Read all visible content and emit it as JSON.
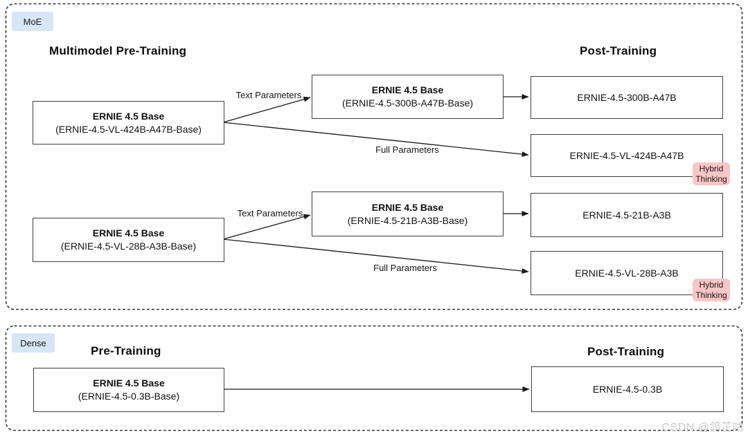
{
  "colors": {
    "section_badge_bg": "#d7e6f5",
    "hybrid_badge_bg": "#f7c6c6",
    "box_border": "#3d3d3d",
    "container_border": "#333333",
    "arrow": "#1a1a1a",
    "watermark_text": "#cbcbcb"
  },
  "moe": {
    "badge": "MoE",
    "pretrain_heading": "Multimodel Pre-Training",
    "posttrain_heading": "Post-Training",
    "row1": {
      "source_title": "ERNIE 4.5 Base",
      "source_subtitle": "(ERNIE-4.5-VL-424B-A47B-Base)",
      "text_branch_label": "Text Parameters",
      "full_branch_label": "Full Parameters",
      "mid_title": "ERNIE 4.5 Base",
      "mid_subtitle": "(ERNIE-4.5-300B-A47B-Base)",
      "post_text_model": "ERNIE-4.5-300B-A47B",
      "post_vl_model": "ERNIE-4.5-VL-424B-A47B",
      "hybrid_badge_lines": [
        "Hybrid",
        "Thinking"
      ]
    },
    "row2": {
      "source_title": "ERNIE 4.5 Base",
      "source_subtitle": "(ERNIE-4.5-VL-28B-A3B-Base)",
      "text_branch_label": "Text Parameters",
      "full_branch_label": "Full Parameters",
      "mid_title": "ERNIE 4.5 Base",
      "mid_subtitle": "(ERNIE-4.5-21B-A3B-Base)",
      "post_text_model": "ERNIE-4.5-21B-A3B",
      "post_vl_model": "ERNIE-4.5-VL-28B-A3B",
      "hybrid_badge_lines": [
        "Hybrid",
        "Thinking"
      ]
    }
  },
  "dense": {
    "badge": "Dense",
    "pretrain_heading": "Pre-Training",
    "posttrain_heading": "Post-Training",
    "source_title": "ERNIE 4.5 Base",
    "source_subtitle": "(ERNIE-4.5-0.3B-Base)",
    "post_model": "ERNIE-4.5-0.3B"
  },
  "watermark": "CSDN @鸽芷咕"
}
